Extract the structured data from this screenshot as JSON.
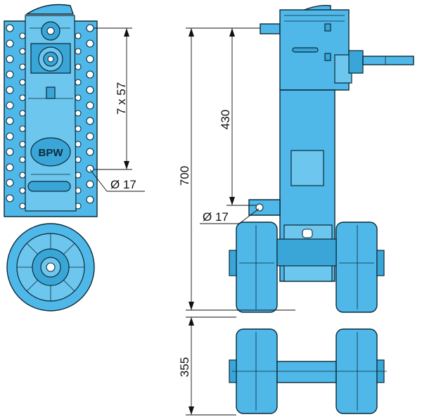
{
  "dimensions": {
    "hole_pitch": "7 x 57",
    "hole_diameter_front": "Ø 17",
    "total_height": "700",
    "pin_height": "430",
    "hole_diameter_side": "Ø 17",
    "wheel_height": "355"
  },
  "logo": "BPW"
}
